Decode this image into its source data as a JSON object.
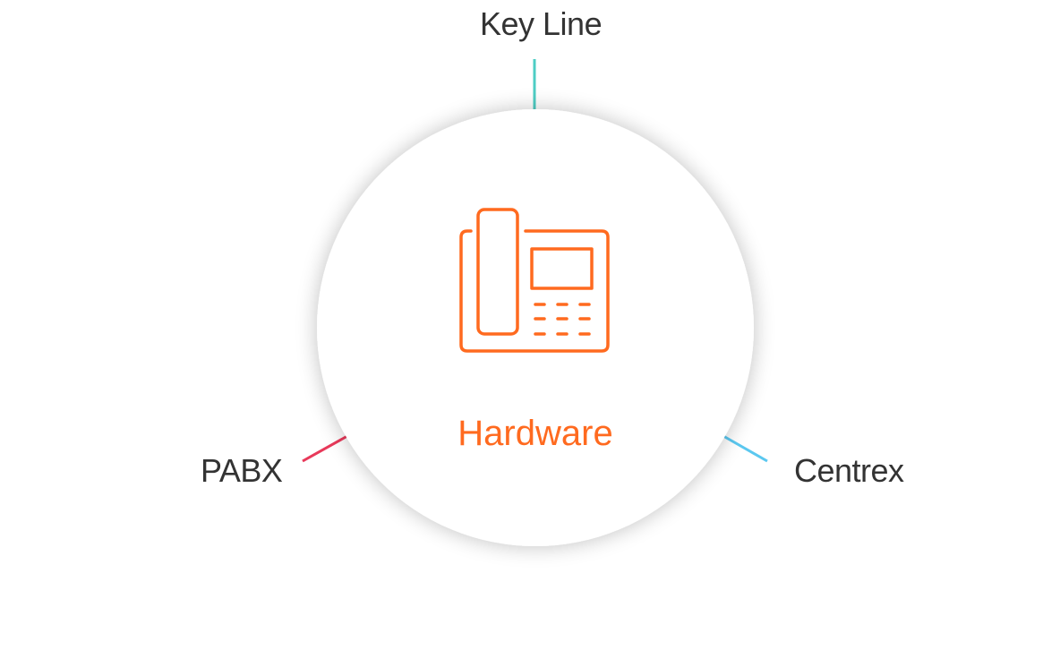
{
  "center": {
    "label": "Hardware",
    "icon": "desk-phone-icon"
  },
  "branches": [
    {
      "label": "Key Line",
      "color": "#4ecdc4"
    },
    {
      "label": "PABX",
      "color": "#e8395a"
    },
    {
      "label": "Centrex",
      "color": "#5bc8f0"
    }
  ],
  "colors": {
    "accent": "#ff6a1f"
  }
}
